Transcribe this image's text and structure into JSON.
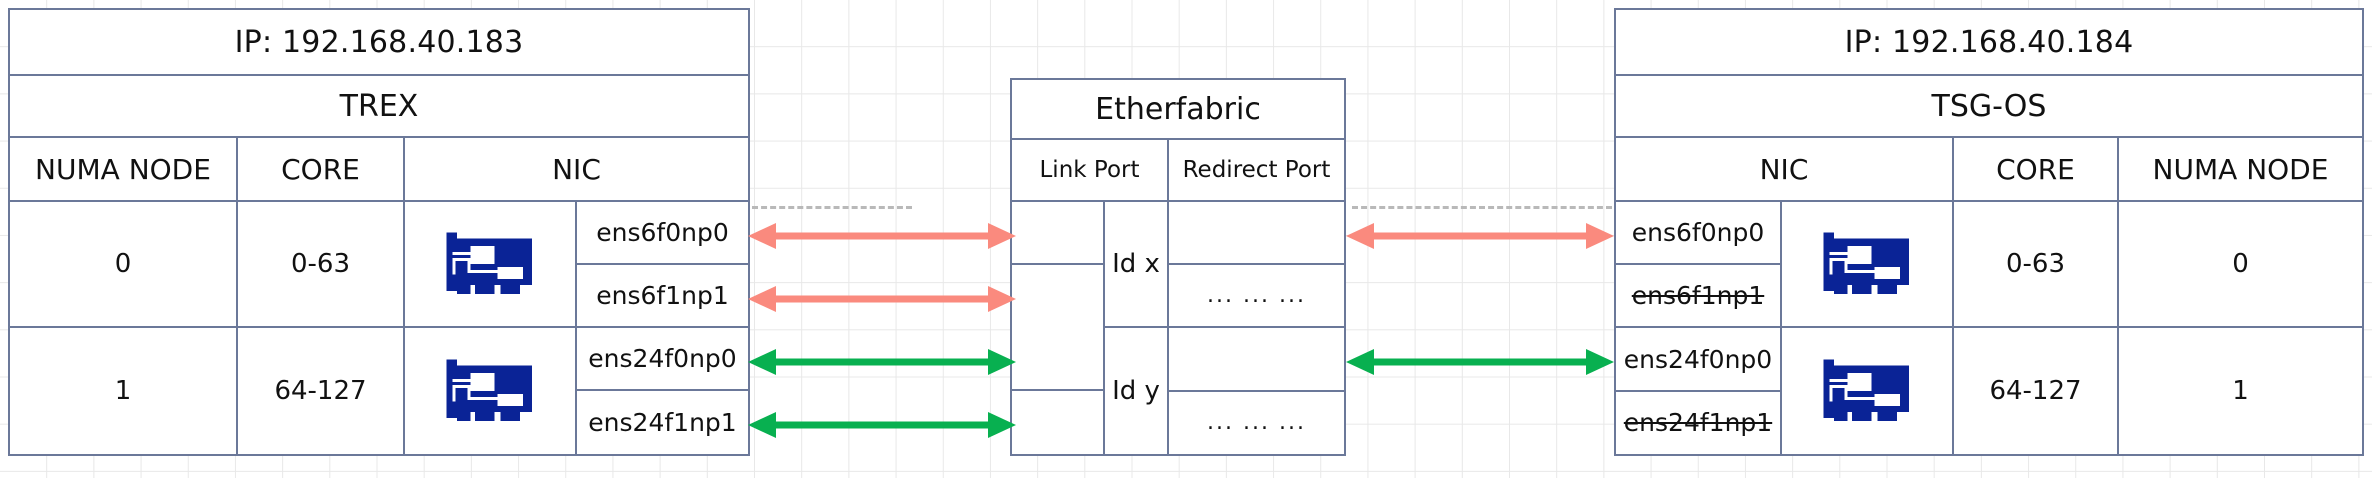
{
  "diagram": {
    "title": "TREX / Etherfabric / TSG-OS NIC mapping",
    "colors": {
      "border": "#6b7899",
      "nic_blue": "#0a2396",
      "arrow_red": "#fa8a7e",
      "arrow_green": "#08b050",
      "grid": "#e8e8e8"
    }
  },
  "left_table": {
    "ip": "IP: 192.168.40.183",
    "name": "TREX",
    "headers": {
      "numa": "NUMA NODE",
      "core": "CORE",
      "nic": "NIC"
    },
    "rows": [
      {
        "numa": "0",
        "core": "0-63",
        "nic_icon": "network-interface-card-icon",
        "ports": [
          {
            "label": "ens6f0np0",
            "struck": false
          },
          {
            "label": "ens6f1np1",
            "struck": false
          }
        ]
      },
      {
        "numa": "1",
        "core": "64-127",
        "nic_icon": "network-interface-card-icon",
        "ports": [
          {
            "label": "ens24f0np0",
            "struck": false
          },
          {
            "label": "ens24f1np1",
            "struck": false
          }
        ]
      }
    ]
  },
  "middle_table": {
    "name": "Etherfabric",
    "headers": {
      "link_port": "Link Port",
      "redirect_port": "Redirect Port"
    },
    "groups": [
      {
        "id": "Id x",
        "redirect_top": "",
        "redirect_bottom": "... ... ..."
      },
      {
        "id": "Id y",
        "redirect_top": "",
        "redirect_bottom": "... ... ..."
      }
    ]
  },
  "right_table": {
    "ip": "IP: 192.168.40.184",
    "name": "TSG-OS",
    "headers": {
      "nic": "NIC",
      "core": "CORE",
      "numa": "NUMA NODE"
    },
    "rows": [
      {
        "numa": "0",
        "core": "0-63",
        "nic_icon": "network-interface-card-icon",
        "ports": [
          {
            "label": "ens6f0np0",
            "struck": false
          },
          {
            "label": "ens6f1np1",
            "struck": true
          }
        ]
      },
      {
        "numa": "1",
        "core": "64-127",
        "nic_icon": "network-interface-card-icon",
        "ports": [
          {
            "label": "ens24f0np0",
            "struck": false
          },
          {
            "label": "ens24f1np1",
            "struck": true
          }
        ]
      }
    ]
  },
  "connections": [
    {
      "name": "left-ens6f0np0-to-fabric",
      "color": "#fa8a7e",
      "double": true
    },
    {
      "name": "left-ens6f1np1-to-fabric",
      "color": "#fa8a7e",
      "double": true
    },
    {
      "name": "left-ens24f0np0-to-fabric",
      "color": "#08b050",
      "double": true
    },
    {
      "name": "left-ens24f1np1-to-fabric",
      "color": "#08b050",
      "double": true
    },
    {
      "name": "fabric-to-right-ens6f0np0",
      "color": "#fa8a7e",
      "double": true
    },
    {
      "name": "fabric-to-right-ens24f0np0",
      "color": "#08b050",
      "double": true
    }
  ]
}
